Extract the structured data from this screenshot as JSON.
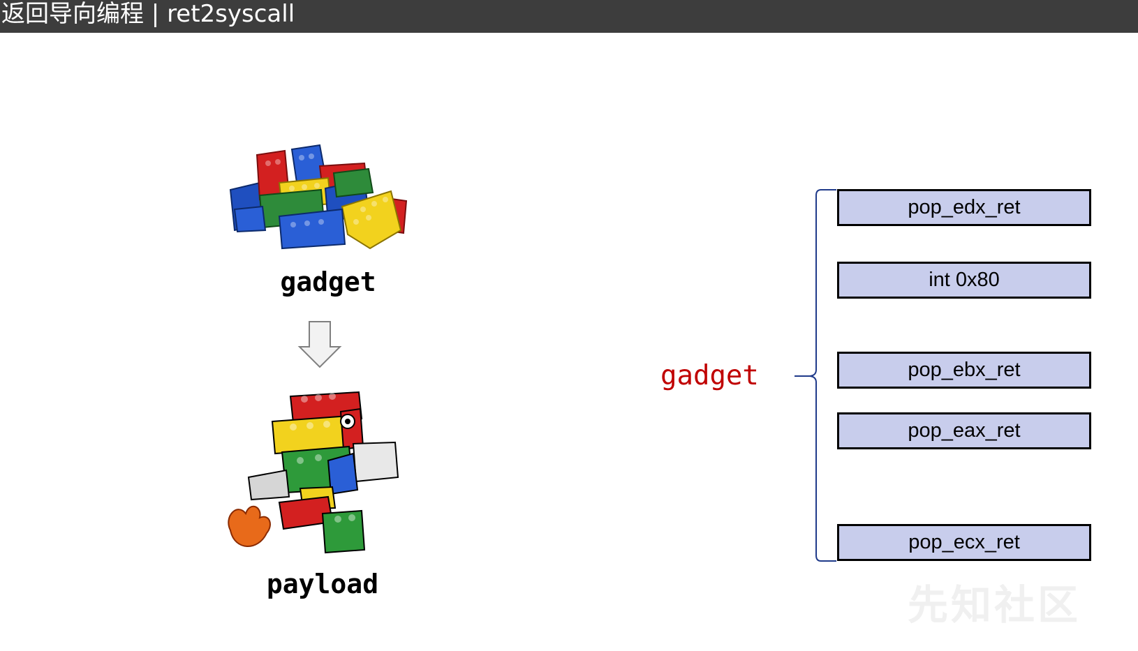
{
  "header": {
    "title": "返回导向编程 | ret2syscall"
  },
  "diagram": {
    "left_top_label": "gadget",
    "left_bottom_label": "payload",
    "right_label": "gadget",
    "gadget_list": [
      "pop_edx_ret",
      "int 0x80",
      "pop_ebx_ret",
      "pop_eax_ret",
      "pop_ecx_ret"
    ]
  },
  "watermark": {
    "text": "先知社区"
  },
  "colors": {
    "title_bar": "#3d3d3d",
    "box_fill": "#c8cdec",
    "accent_red": "#c00000",
    "brace": "#1f3a8a"
  }
}
